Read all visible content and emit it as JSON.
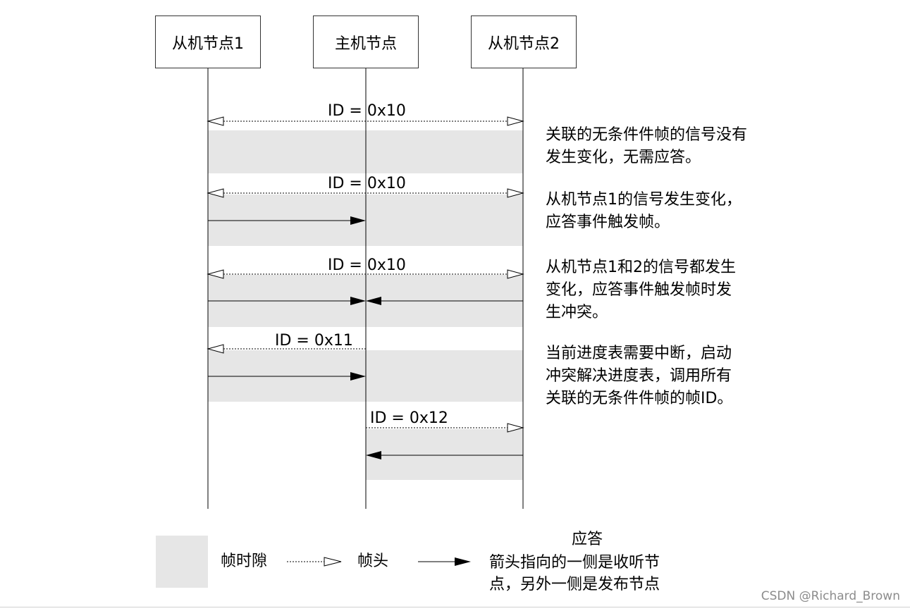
{
  "nodes": {
    "slave1": "从机节点1",
    "master": "主机节点",
    "slave2": "从机节点2"
  },
  "frames": [
    {
      "id_label": "ID = 0x10",
      "description": [
        "关联的无条件件帧的信号没有",
        "发生变化，无需应答。"
      ]
    },
    {
      "id_label": "ID = 0x10",
      "description": [
        "从机节点1的信号发生变化，",
        "应答事件触发帧。"
      ]
    },
    {
      "id_label": "ID = 0x10",
      "description": [
        "从机节点1和2的信号都发生",
        "变化，应答事件触发帧时发",
        "生冲突。"
      ]
    },
    {
      "id_label": "ID = 0x11",
      "description": [
        "当前进度表需要中断，启动",
        "冲突解决进度表，调用所有",
        "关联的无条件件帧的帧ID。"
      ]
    },
    {
      "id_label": "ID = 0x12",
      "description": []
    }
  ],
  "legend": {
    "slot_label": "帧时隙",
    "header_label": "帧头",
    "response_title": "应答",
    "response_desc": [
      "箭头指向的一侧是收听节",
      "点，另外一侧是发布节点"
    ]
  },
  "colors": {
    "slot_fill": "#e6e6e6",
    "line": "#000000"
  },
  "watermark": "CSDN @Richard_Brown"
}
